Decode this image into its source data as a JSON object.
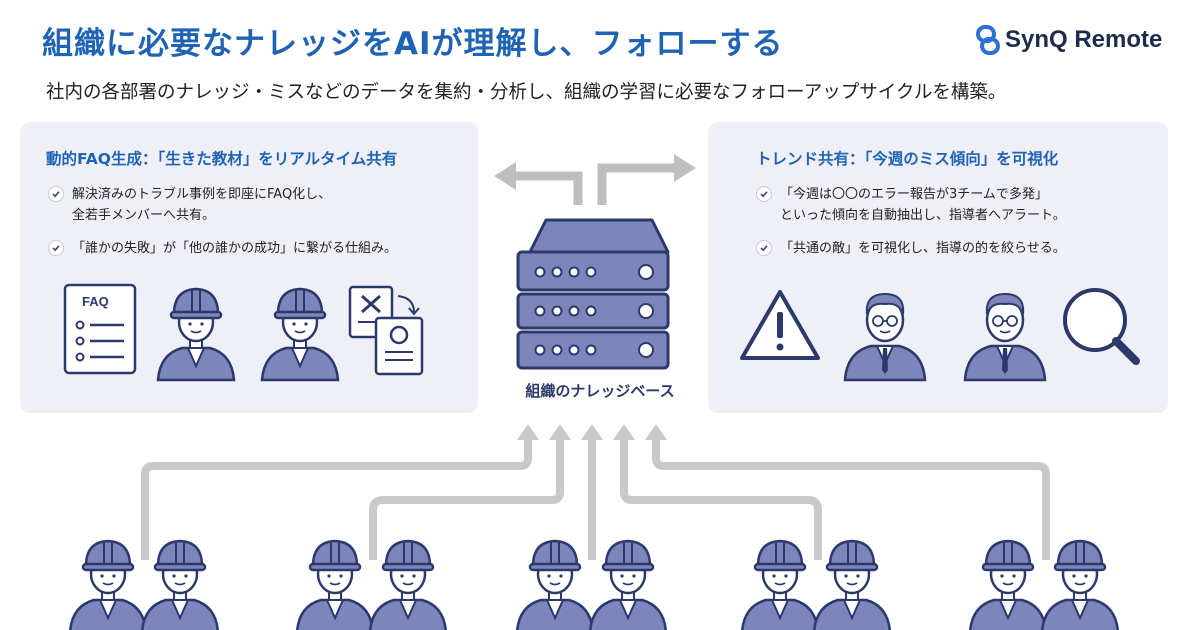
{
  "header": {
    "title": "組織に必要なナレッジをAIが理解し、フォローする",
    "subtitle": "社内の各部署のナレッジ・ミスなどのデータを集約・分析し、組織の学習に必要なフォローアップサイクルを構築。",
    "logo_text": "SynQ Remote"
  },
  "left_panel": {
    "title": "動的FAQ生成：「生きた教材」をリアルタイム共有",
    "items": [
      {
        "line1": "解決済みのトラブル事例を即座にFAQ化し、",
        "line2": "全若手メンバーへ共有。"
      },
      {
        "line1": "「誰かの失敗」が「他の誰かの成功」に繋がる仕組み。"
      }
    ],
    "faq_label": "FAQ"
  },
  "right_panel": {
    "title": "トレンド共有：「今週のミス傾向」を可視化",
    "items": [
      {
        "line1": "「今週は〇〇のエラー報告が3チームで多発」",
        "line2": "といった傾向を自動抽出し、指導者へアラート。"
      },
      {
        "line1": "「共通の敵」を可視化し、指導の的を絞らせる。"
      }
    ]
  },
  "center": {
    "label": "組織のナレッジベース"
  },
  "colors": {
    "title_blue": "#1f63b5",
    "navy": "#2b3a6b",
    "illustration_fill": "#7d85bd",
    "panel_bg": "#efeff7",
    "arrow_gray": "#c9c9c9"
  }
}
